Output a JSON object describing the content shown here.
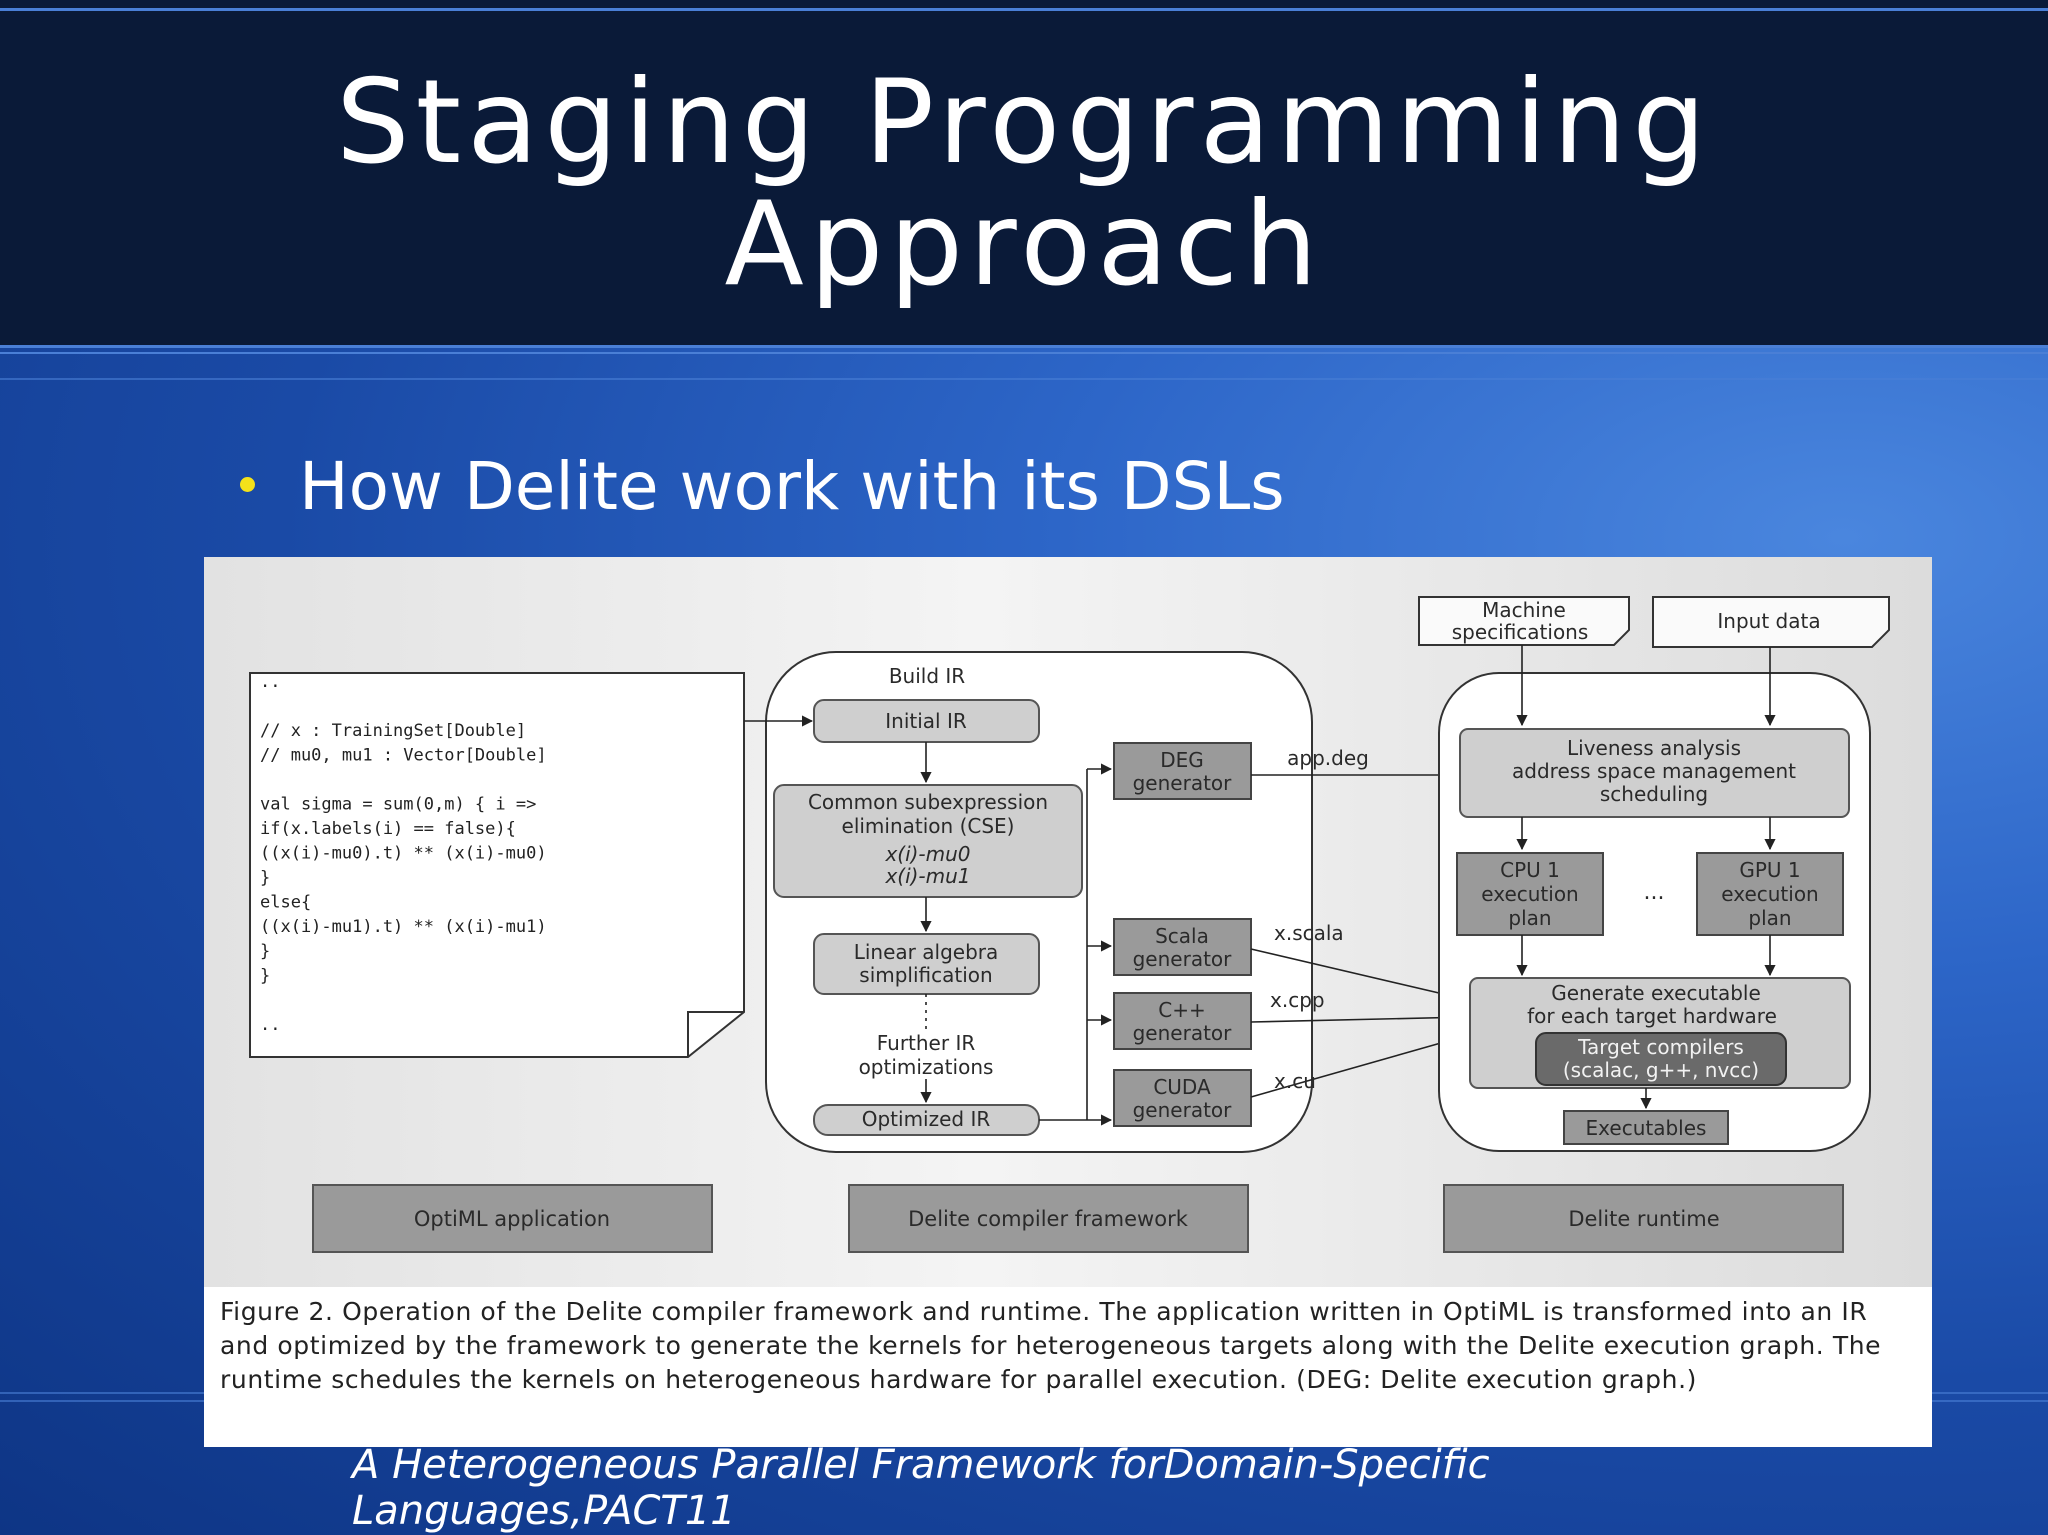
{
  "slide": {
    "title_line1": "Staging Programming",
    "title_line2": "Approach",
    "bullet": "How Delite work with its DSLs",
    "citation": "A Heterogeneous Parallel Framework forDomain-Specific Languages,PACT11"
  },
  "figure": {
    "code_lines": [
      "..",
      "",
      "// x : TrainingSet[Double]",
      "// mu0, mu1 : Vector[Double]",
      "",
      "val sigma = sum(0,m) { i =>",
      "      if(x.labels(i) == false){",
      "        ((x(i)-mu0).t) ** (x(i)-mu0)",
      "      }",
      "      else{",
      "        ((x(i)-mu1).t) ** (x(i)-mu1)",
      "      }",
      "}",
      "",
      ".."
    ],
    "build_ir": "Build IR",
    "initial_ir": "Initial IR",
    "cse_line1": "Common subexpression",
    "cse_line2": "elimination (CSE)",
    "cse_expr1": "x(i)-mu0",
    "cse_expr2": "x(i)-mu1",
    "linalg_line1": "Linear algebra",
    "linalg_line2": "simplification",
    "further_line1": "Further IR",
    "further_line2": "optimizations",
    "optimized_ir": "Optimized IR",
    "deg_gen": [
      "DEG",
      "generator"
    ],
    "scala_gen": [
      "Scala",
      "generator"
    ],
    "cpp_gen": [
      "C++",
      "generator"
    ],
    "cuda_gen": [
      "CUDA",
      "generator"
    ],
    "app_deg": "app.deg",
    "x_scala": "x.scala",
    "x_cpp": "x.cpp",
    "x_cu": "x.cu",
    "machine_spec": [
      "Machine",
      "specifications"
    ],
    "input_data": "Input data",
    "liveness": [
      "Liveness analysis",
      "address space management",
      "scheduling"
    ],
    "cpu_plan": [
      "CPU 1",
      "execution",
      "plan"
    ],
    "gpu_plan": [
      "GPU 1",
      "execution",
      "plan"
    ],
    "ellipsis": "...",
    "generate_exec": [
      "Generate executable",
      "for each target hardware"
    ],
    "target_compilers": [
      "Target compilers",
      "(scalac, g++, nvcc)"
    ],
    "executables": "Executables",
    "label_optiml": "OptiML application",
    "label_compiler": "Delite compiler framework",
    "label_runtime": "Delite runtime",
    "caption": "Figure 2. Operation of the Delite compiler framework and runtime. The application written in OptiML is transformed into an IR and optimized by the framework to generate the kernels for heterogeneous targets along with the Delite execution graph. The runtime schedules the kernels on heterogeneous hardware for parallel execution. (DEG: Delite execution graph.)"
  },
  "colors": {
    "header_bg": "#0a1a38",
    "accent_line": "#4a7fd6",
    "bullet_dot": "#f4e21a",
    "box_dark": "#9a9a9a",
    "box_light": "#cfcfcf"
  }
}
